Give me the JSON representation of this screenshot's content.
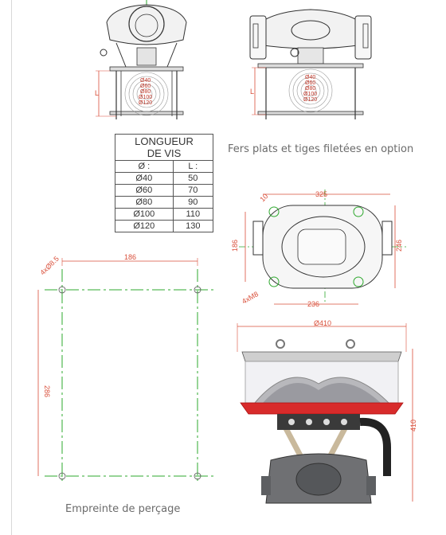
{
  "captions": {
    "options": "Fers plats et tiges filetées en option",
    "drilling": "Empreinte de perçage"
  },
  "screw_table": {
    "title_line1": "LONGUEUR",
    "title_line2": "DE VIS",
    "col_diameter": "Ø :",
    "col_length": "L :",
    "rows": [
      {
        "d": "Ø40",
        "l": "50"
      },
      {
        "d": "Ø60",
        "l": "70"
      },
      {
        "d": "Ø80",
        "l": "90"
      },
      {
        "d": "Ø100",
        "l": "110"
      },
      {
        "d": "Ø120",
        "l": "130"
      }
    ]
  },
  "diameter_labels": [
    "Ø40",
    "Ø60",
    "Ø80",
    "Ø100",
    "Ø120"
  ],
  "length_label": "L",
  "top_view_dims": {
    "width_top": "325",
    "width_bottom": "236",
    "height_left": "186",
    "height_right": "246",
    "angle": "10",
    "holes": "4xM8"
  },
  "drilling_dims": {
    "width": "186",
    "height": "286",
    "hole": "4xØ8.5"
  },
  "front_view_dims": {
    "diameter": "Ø410",
    "height": "410"
  },
  "colors": {
    "dimension": "#d94f3a",
    "centerline": "#2ea82e",
    "drawing": "#333333"
  }
}
